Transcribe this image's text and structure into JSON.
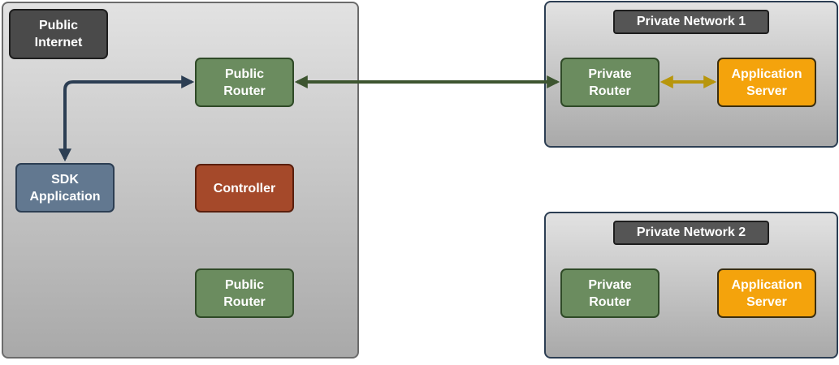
{
  "public_zone": {
    "label": "Public\nInternet",
    "public_router_1": "Public\nRouter",
    "sdk_application": "SDK\nApplication",
    "controller": "Controller",
    "public_router_2": "Public\nRouter"
  },
  "private_network_1": {
    "label": "Private Network 1",
    "private_router": "Private\nRouter",
    "application_server": "Application\nServer"
  },
  "private_network_2": {
    "label": "Private Network 2",
    "private_router": "Private\nRouter",
    "application_server": "Application\nServer"
  },
  "colors": {
    "router": "#6b8c5f",
    "sdk": "#627890",
    "controller": "#a5492a",
    "application_server": "#f4a30c",
    "link_public": "#2c3e53",
    "link_tunnel": "#3d5530",
    "link_private": "#b8960c"
  }
}
